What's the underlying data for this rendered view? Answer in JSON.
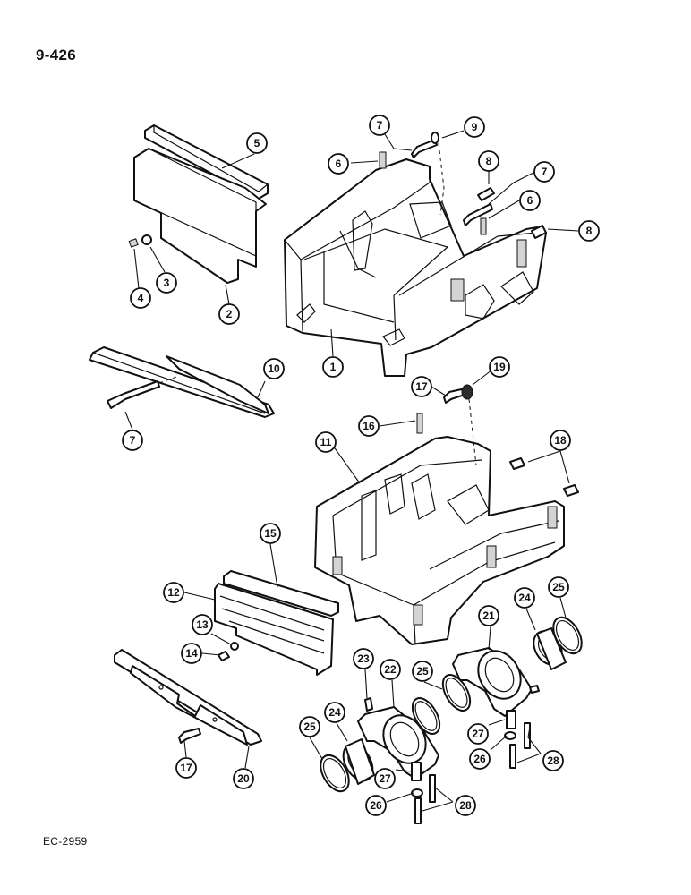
{
  "page": {
    "number": "9-426",
    "figure_code": "EC-2959"
  },
  "callouts": [
    {
      "label": "5"
    },
    {
      "label": "2"
    },
    {
      "label": "3"
    },
    {
      "label": "4"
    },
    {
      "label": "7"
    },
    {
      "label": "9"
    },
    {
      "label": "6"
    },
    {
      "label": "8"
    },
    {
      "label": "7"
    },
    {
      "label": "6"
    },
    {
      "label": "8"
    },
    {
      "label": "1"
    },
    {
      "label": "10"
    },
    {
      "label": "7"
    },
    {
      "label": "17"
    },
    {
      "label": "19"
    },
    {
      "label": "16"
    },
    {
      "label": "11"
    },
    {
      "label": "18"
    },
    {
      "label": "15"
    },
    {
      "label": "12"
    },
    {
      "label": "13"
    },
    {
      "label": "14"
    },
    {
      "label": "24"
    },
    {
      "label": "25"
    },
    {
      "label": "21"
    },
    {
      "label": "23"
    },
    {
      "label": "22"
    },
    {
      "label": "25"
    },
    {
      "label": "24"
    },
    {
      "label": "25"
    },
    {
      "label": "27"
    },
    {
      "label": "26"
    },
    {
      "label": "28"
    },
    {
      "label": "27"
    },
    {
      "label": "26"
    },
    {
      "label": "28"
    },
    {
      "label": "17"
    },
    {
      "label": "20"
    }
  ]
}
